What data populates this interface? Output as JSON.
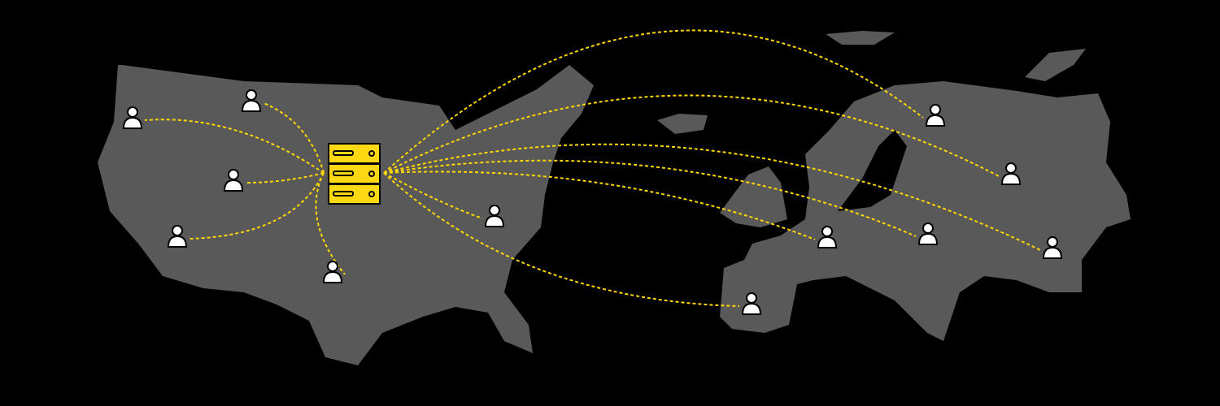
{
  "diagram": {
    "background_color": "#000000",
    "land_color": "#595959",
    "connection_color": "#FFD700",
    "server": {
      "icon": "server-icon",
      "fill": "#FFD814",
      "rack_units": 3
    },
    "users": {
      "icon": "user-icon",
      "fill": "#FFFFFF",
      "count": 12
    },
    "regions": [
      "north-america",
      "europe"
    ]
  }
}
